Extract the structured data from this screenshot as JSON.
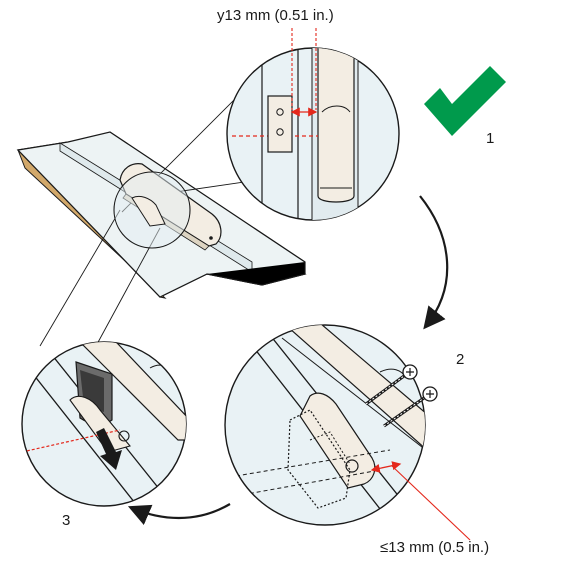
{
  "dimensions": {
    "top": "y13 mm (0.51 in.)",
    "bottom": "≤13 mm (0.5 in.)"
  },
  "steps": [
    "1",
    "2",
    "3"
  ],
  "icons": {
    "ok": "green-checkmark-icon",
    "screw": "screw-icon",
    "arrow": "curved-arrow-icon",
    "push": "push-down-arrow-icon"
  },
  "colors": {
    "check": "#009a4c",
    "dimension": "#e4281c",
    "cream": "#f3ede3",
    "glass": "#e9f2f5",
    "wood": "#e6c48e",
    "ink": "#1a1a1a"
  }
}
